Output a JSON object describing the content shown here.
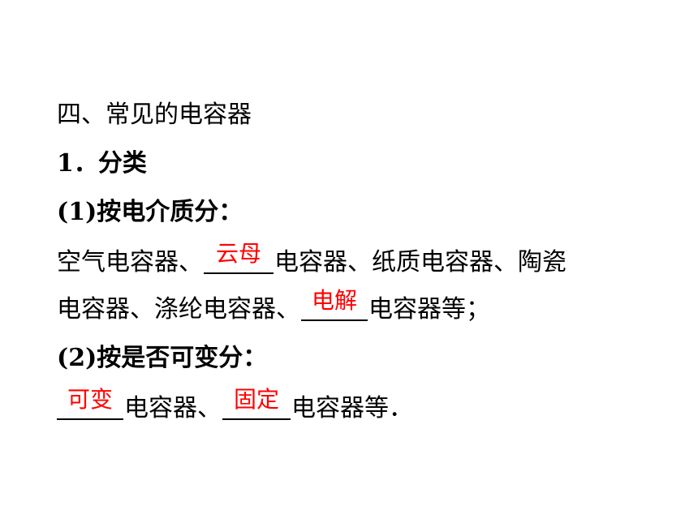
{
  "heading": "四、常见的电容器",
  "section1": "1．分类",
  "item1": "(1)按电介质分：",
  "row1": {
    "part1": "空气电容器、",
    "answer1": "云母",
    "part2": "电容器、纸质电容器、陶瓷"
  },
  "row2": {
    "part1": "电容器、涤纶电容器、",
    "answer1": "电解",
    "part2": "电容器等；"
  },
  "item2": "(2)按是否可变分：",
  "row3": {
    "answer1": "可变",
    "part1": "电容器、",
    "answer2": "固定",
    "part2": "电容器等．"
  },
  "colors": {
    "answer": "#ff0000",
    "text": "#000000",
    "background": "#ffffff"
  }
}
